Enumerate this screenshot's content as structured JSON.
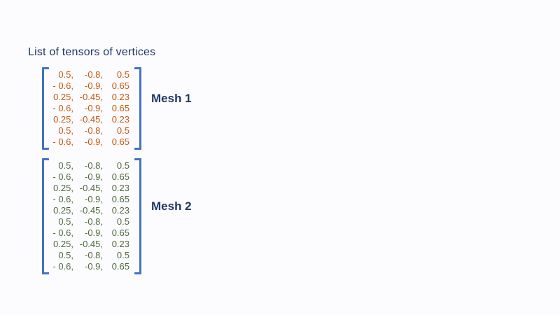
{
  "title": "List of tensors of vertices",
  "colors": {
    "background": "#FCFBFD",
    "title_text": "#1F3864",
    "bracket": "#4472C4",
    "mesh_label_text": "#1F3864",
    "mesh1_values": "#C55A11",
    "mesh2_values": "#4D6B3D"
  },
  "meshes": [
    {
      "label": "Mesh 1",
      "value_color": "#C55A11",
      "rows": [
        [
          "0.5,",
          "-0.8,",
          "0.5"
        ],
        [
          "- 0.6,",
          "-0.9,",
          "0.65"
        ],
        [
          "0.25,",
          "-0.45,",
          "0.23"
        ],
        [
          "- 0.6,",
          "-0.9,",
          "0.65"
        ],
        [
          "0.25,",
          "-0.45,",
          "0.23"
        ],
        [
          "0.5,",
          "-0.8,",
          "0.5"
        ],
        [
          "- 0.6,",
          "-0.9,",
          "0.65"
        ]
      ]
    },
    {
      "label": "Mesh 2",
      "value_color": "#4D6B3D",
      "rows": [
        [
          "0.5,",
          "-0.8,",
          "0.5"
        ],
        [
          "- 0.6,",
          "-0.9,",
          "0.65"
        ],
        [
          "0.25,",
          "-0.45,",
          "0.23"
        ],
        [
          "- 0.6,",
          "-0.9,",
          "0.65"
        ],
        [
          "0.25,",
          "-0.45,",
          "0.23"
        ],
        [
          "0.5,",
          "-0.8,",
          "0.5"
        ],
        [
          "- 0.6,",
          "-0.9,",
          "0.65"
        ],
        [
          "0.25,",
          "-0.45,",
          "0.23"
        ],
        [
          "0.5,",
          "-0.8,",
          "0.5"
        ],
        [
          "- 0.6,",
          "-0.9,",
          "0.65"
        ]
      ]
    }
  ]
}
